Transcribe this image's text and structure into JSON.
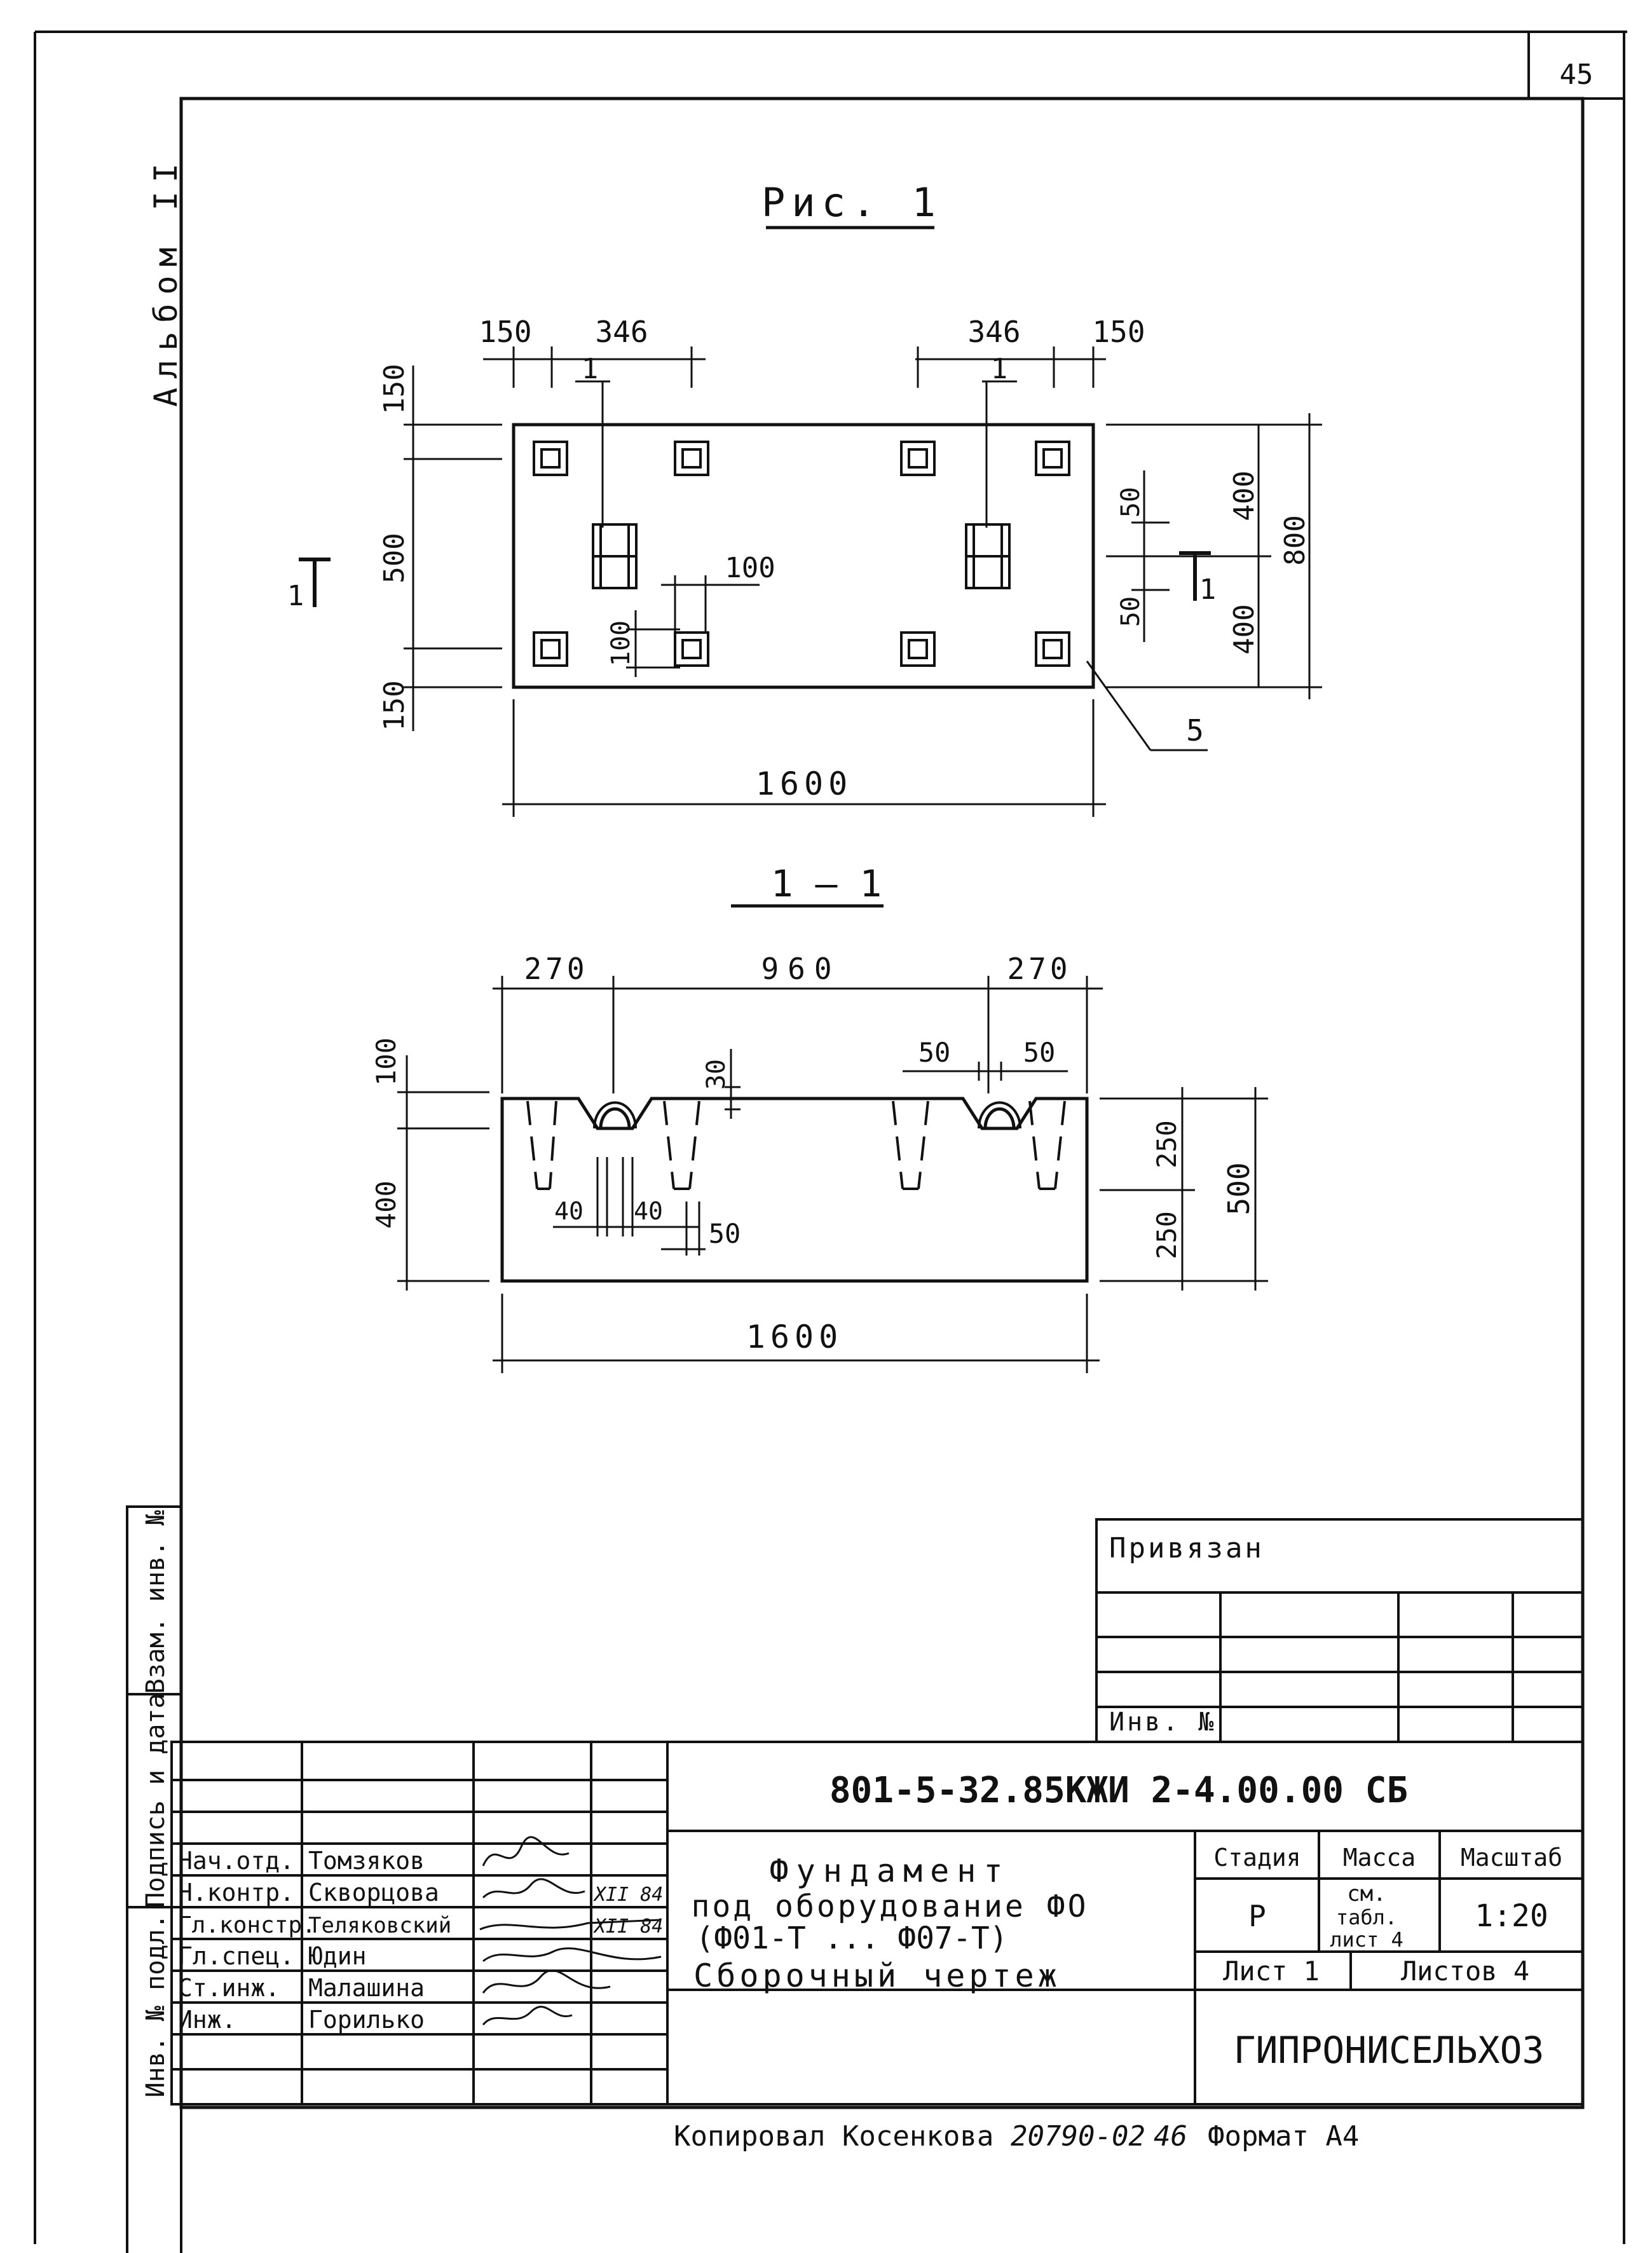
{
  "sheet": {
    "page_number": "45",
    "album_label": "Альбом II",
    "copied_by": "Копировал  Косенкова",
    "copy_number": "20790-02",
    "copy_page": "46",
    "format": "Формат А4"
  },
  "figure": {
    "title": "Рис. 1",
    "plan_dims": {
      "left_edge": "150",
      "left_gap": "346",
      "right_gap": "346",
      "right_edge": "150",
      "leader_left": "1",
      "leader_right": "1",
      "v_top": "150",
      "v_mid": "500",
      "v_bottom": "150",
      "r_50_top": "50",
      "r_50_bot": "50",
      "r_400_top": "400",
      "r_400_bot": "400",
      "r_total": "800",
      "h100": "100",
      "v100": "100",
      "total_length": "1600",
      "callout_5": "5",
      "section_mark_left": "1",
      "section_mark_right": "1"
    },
    "section": {
      "title": "1 – 1",
      "top_270_left": "270",
      "top_960": "960",
      "top_270_right": "270",
      "dim_50_a": "50",
      "dim_50_b": "50",
      "dim_30": "30",
      "left_100": "100",
      "left_400": "400",
      "bot_40_a": "40",
      "bot_40_b": "40",
      "bot_50": "50",
      "right_250_top": "250",
      "right_250_bot": "250",
      "right_500": "500",
      "total_length": "1600"
    }
  },
  "binding_block": {
    "label": "Привязан",
    "inv_label": "Инв. №"
  },
  "side_stamp": {
    "vzam": "Взам. инв. №",
    "podpis": "Подпись и дата",
    "inv_podl": "Инв. № подл."
  },
  "title_block": {
    "designation": "801-5-32.85КЖИ 2-4.00.00 СБ",
    "signatures": [
      {
        "role": "Нач.отд.",
        "name": "Томзяков",
        "date": ""
      },
      {
        "role": "Н.контр.",
        "name": "Скворцова",
        "date": "XII 84"
      },
      {
        "role": "Гл.констр.",
        "name": "Теляковский",
        "date": "XII 84"
      },
      {
        "role": "Гл.спец.",
        "name": "Юдин",
        "date": ""
      },
      {
        "role": "Ст.инж.",
        "name": "Малашина",
        "date": ""
      },
      {
        "role": "Инж.",
        "name": "Горилько",
        "date": ""
      }
    ],
    "name_line1": "Фундамент",
    "name_line2": "под оборудование ФО",
    "name_line3": "(Ф01-Т ... Ф07-Т)",
    "name_line4": "Сборочный чертеж",
    "stage_label": "Стадия",
    "mass_label": "Масса",
    "scale_label": "Масштаб",
    "stage_value": "Р",
    "mass_value_1": "см.",
    "mass_value_2": "табл.",
    "mass_value_3": "лист 4",
    "scale_value": "1:20",
    "sheet_label": "Лист  1",
    "sheets_label": "Листов  4",
    "organization": "ГИПРОНИСЕЛЬХОЗ"
  }
}
